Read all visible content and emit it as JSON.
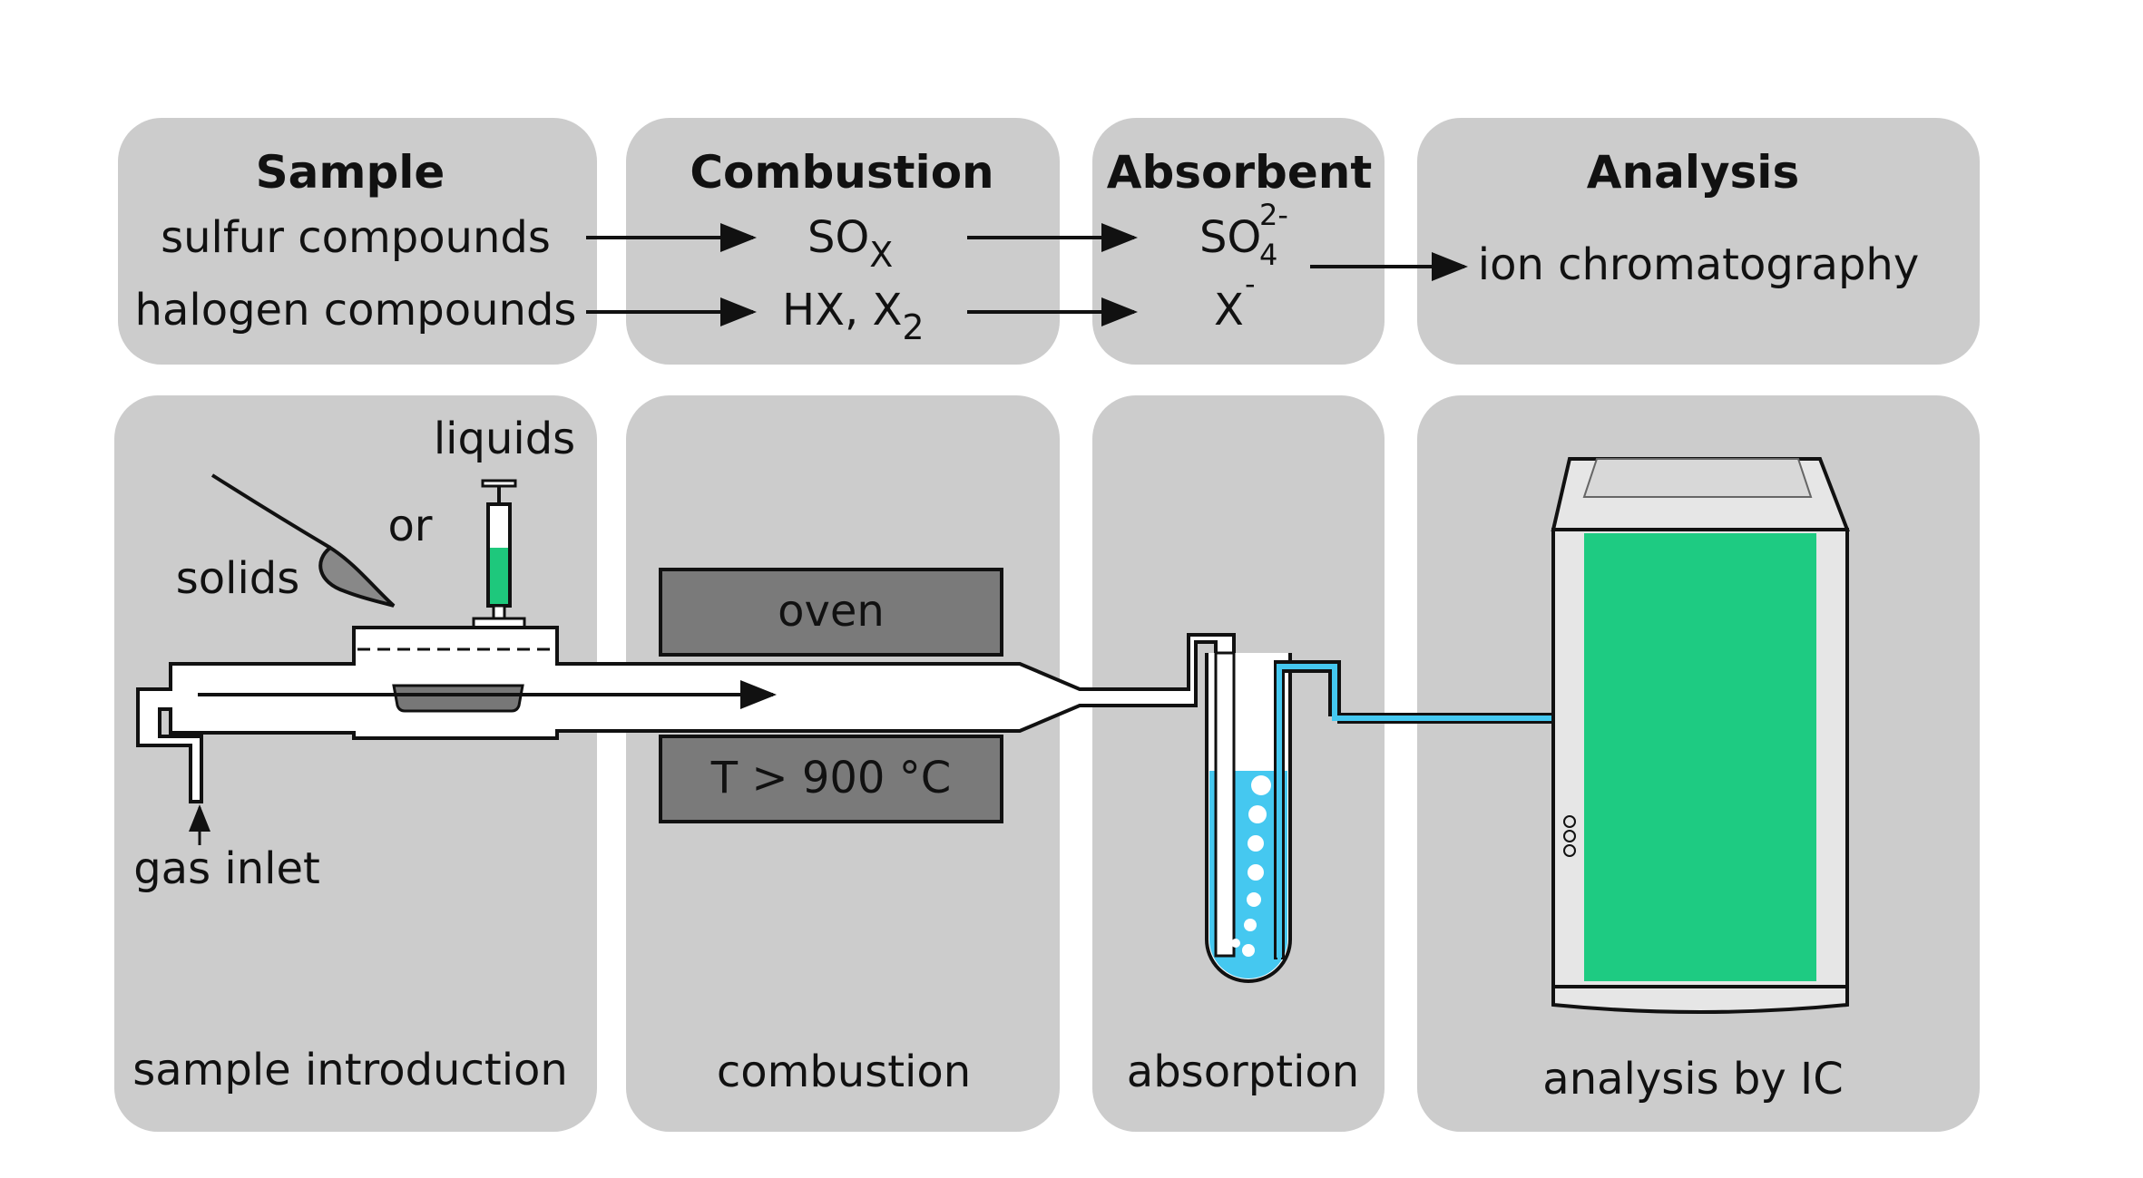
{
  "top": {
    "sample": {
      "title": "Sample",
      "line1": "sulfur compounds",
      "line2": "halogen compounds"
    },
    "combustion": {
      "title": "Combustion",
      "sox_base": "SO",
      "sox_sub": "X",
      "hx": "HX, X",
      "hx_sub": "2"
    },
    "absorbent": {
      "title": "Absorbent",
      "so4_base": "SO",
      "so4_sup": "2-",
      "so4_sub": "4",
      "x_base": "X",
      "x_sup": "-"
    },
    "analysis": {
      "title": "Analysis",
      "method": "ion chromatography"
    }
  },
  "bottom": {
    "sample_intro": {
      "liquids": "liquids",
      "or": "or",
      "solids": "solids",
      "gas_inlet": "gas inlet",
      "caption": "sample introduction"
    },
    "combustion": {
      "oven": "oven",
      "temp": "T > 900 °C",
      "caption": "combustion"
    },
    "absorption": {
      "caption": "absorption"
    },
    "analysis": {
      "caption": "analysis by IC"
    }
  },
  "colors": {
    "panel": "#cccccc",
    "oven": "#7a7a7a",
    "liquid": "#45c8f0",
    "instrument_green": "#1ecb82",
    "syringe_green": "#1ec87c"
  }
}
